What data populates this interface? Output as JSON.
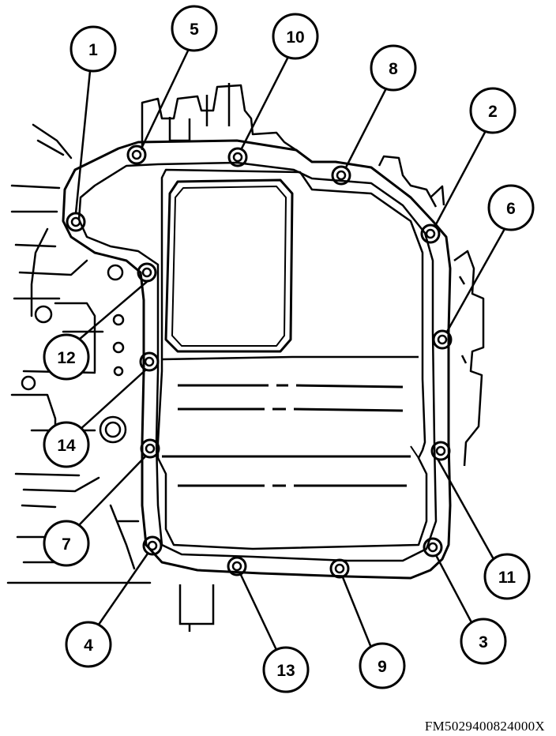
{
  "figure": {
    "id_label": "FM5029400824000X"
  },
  "callouts": [
    "1",
    "2",
    "3",
    "4",
    "5",
    "6",
    "7",
    "8",
    "9",
    "10",
    "11",
    "12",
    "13",
    "14"
  ]
}
